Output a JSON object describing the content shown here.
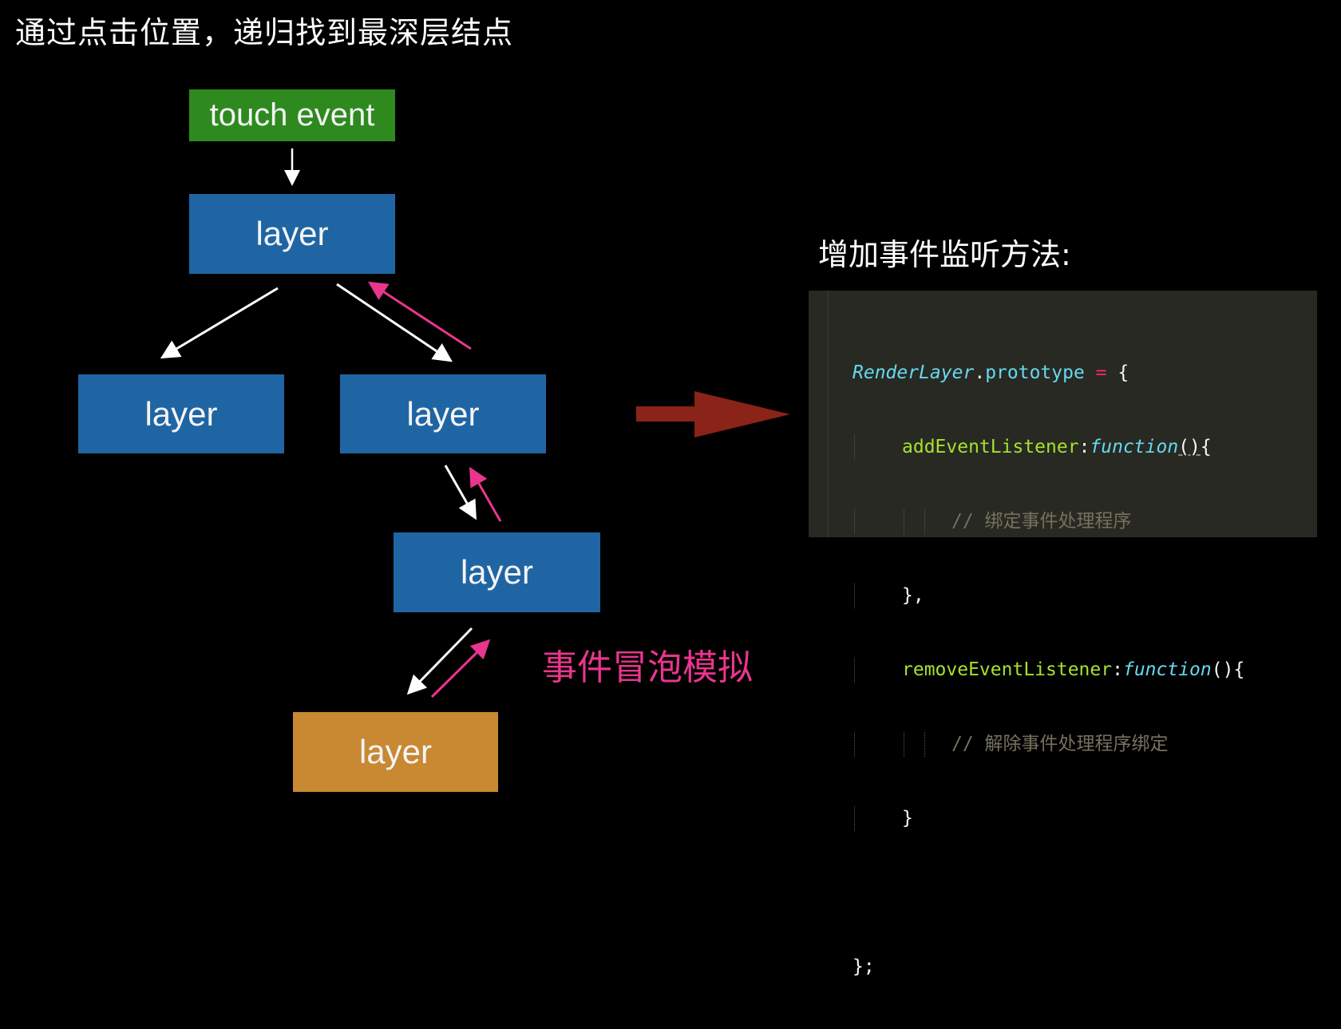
{
  "title": "通过点击位置，递归找到最深层结点",
  "diagram": {
    "root": "touch event",
    "layer1": "layer",
    "layer2_left": "layer",
    "layer2_right": "layer",
    "layer3": "layer",
    "layer4_deepest": "layer",
    "bubble_label": "事件冒泡模拟",
    "colors": {
      "root": "#2e8a1f",
      "layer": "#1f65a4",
      "deepest": "#c98832",
      "capture_arrow": "#ffffff",
      "bubble_arrow": "#e9358d",
      "transition_arrow": "#8a2318"
    }
  },
  "right_panel": {
    "subtitle": "增加事件监听方法:",
    "code": {
      "line1_class": "RenderLayer",
      "line1_dot": ".",
      "line1_prop": "prototype",
      "line1_op": " = ",
      "line1_brace": "{",
      "line2_prop": "addEventListener",
      "line2_colon": ":",
      "line2_kw": "function",
      "line2_paren": "()",
      "line2_brace": "{",
      "line3_comment": "// 绑定事件处理程序",
      "line4": "},",
      "line5_prop": "removeEventListener",
      "line5_colon": ":",
      "line5_kw": "function",
      "line5_paren": "()",
      "line5_brace": "{",
      "line6_comment": "// 解除事件处理程序绑定",
      "line7": "}",
      "line9": "};"
    }
  }
}
